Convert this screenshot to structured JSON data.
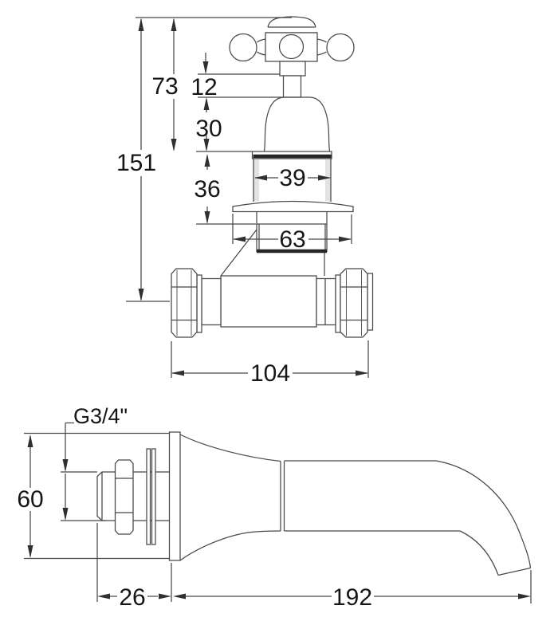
{
  "drawing": {
    "valve": {
      "dims": {
        "overall_height": "151",
        "handle_to_body": "73",
        "stem_exposed": "12",
        "shroud_height": "30",
        "body_height": "36",
        "body_width": "39",
        "flange_diameter": "63",
        "body_length": "104"
      }
    },
    "spout": {
      "dims": {
        "thread_size": "G3/4\"",
        "flange_height": "60",
        "thread_length": "26",
        "spout_reach": "192"
      }
    }
  }
}
